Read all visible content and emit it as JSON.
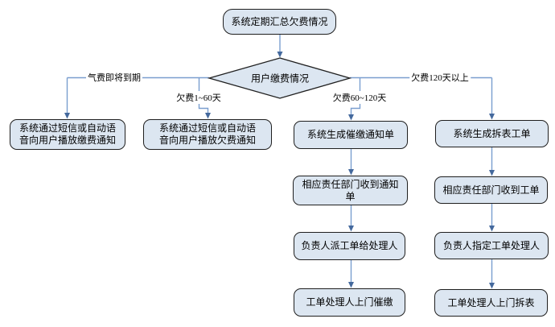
{
  "diagram": {
    "type": "flowchart",
    "language": "zh-CN",
    "nodes": {
      "start": "系统定期汇总欠费情况",
      "decision": "用户缴费情况",
      "notify_due": "系统通过短信或自动语音向用户播放缴费通知",
      "notify_arrears": "系统通过短信或自动语音向用户播放欠费通知",
      "gen_reminder": "系统生成催缴通知单",
      "dept_receive_notice": "相应责任部门收到通知单",
      "assign_order": "负责人派工单给处理人",
      "door_collect": "工单处理人上门催缴",
      "gen_removal": "系统生成拆表工单",
      "dept_receive_order": "相应责任部门收到工单",
      "designate_handler": "负责人指定工单处理人",
      "door_remove": "工单处理人上门拆表"
    },
    "edge_labels": {
      "due_soon": "气费即将到期",
      "arrears_1_60": "欠费1~60天",
      "arrears_60_120": "欠费60~120天",
      "arrears_120_plus": "欠费120天以上"
    },
    "colors": {
      "node_fill": "#dce6f1",
      "node_border": "#1f1f1f",
      "connector": "#7a9ecf",
      "arrowhead": "#44699d",
      "background": "#ffffff"
    }
  }
}
